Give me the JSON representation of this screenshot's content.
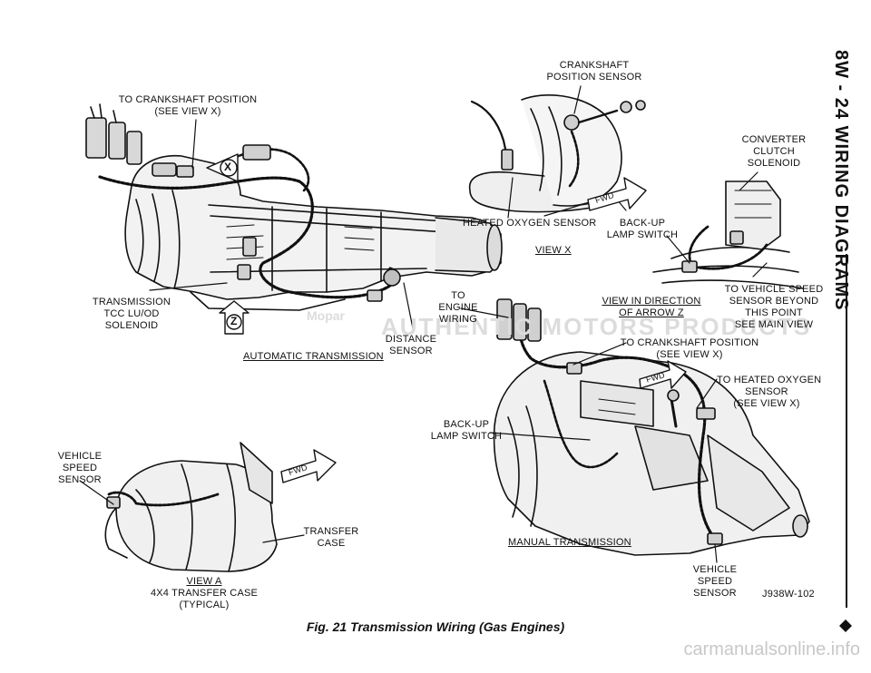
{
  "header": {
    "text": "8W - 24  WIRING DIAGRAMS"
  },
  "labels": {
    "crankshaft_position_view_x": [
      "TO CRANKSHAFT POSITION",
      "(SEE VIEW X)"
    ],
    "crankshaft_position_sensor": [
      "CRANKSHAFT",
      "POSITION SENSOR"
    ],
    "converter_clutch_solenoid": [
      "CONVERTER",
      "CLUTCH",
      "SOLENOID"
    ],
    "heated_oxygen_sensor": "HEATED OXYGEN SENSOR",
    "backup_lamp_switch_top": [
      "BACK-UP",
      "LAMP SWITCH"
    ],
    "view_x": "VIEW X",
    "transmission_tcc": [
      "TRANSMISSION",
      "TCC LU/OD",
      "SOLENOID"
    ],
    "to_engine_wiring": [
      "TO",
      "ENGINE",
      "WIRING"
    ],
    "view_in_direction": [
      "VIEW IN DIRECTION",
      "OF ARROW Z"
    ],
    "to_vehicle_speed": [
      "TO VEHICLE SPEED",
      "SENSOR BEYOND",
      "THIS POINT",
      "SEE MAIN VIEW"
    ],
    "distance_sensor": [
      "DISTANCE",
      "SENSOR"
    ],
    "automatic_transmission": "AUTOMATIC TRANSMISSION",
    "to_crankshaft_position_2": [
      "TO CRANKSHAFT POSITION",
      "(SEE VIEW X)"
    ],
    "to_heated_oxygen_sensor": [
      "TO HEATED OXYGEN",
      "SENSOR",
      "(SEE VIEW X)"
    ],
    "backup_lamp_switch_bottom": [
      "BACK-UP",
      "LAMP SWITCH"
    ],
    "vehicle_speed_sensor_left": [
      "VEHICLE",
      "SPEED",
      "SENSOR"
    ],
    "transfer_case": [
      "TRANSFER",
      "CASE"
    ],
    "manual_transmission": "MANUAL TRANSMISSION",
    "view_a": [
      "VIEW A",
      "4X4 TRANSFER CASE",
      "(TYPICAL)"
    ],
    "vehicle_speed_sensor_bottom": [
      "VEHICLE",
      "SPEED",
      "SENSOR"
    ],
    "figure_code": "J938W-102"
  },
  "badges": {
    "x": "X",
    "z": "Z",
    "fwd": "FWD"
  },
  "caption": "Fig. 21 Transmission Wiring (Gas Engines)",
  "watermark": {
    "brand": "Mopar",
    "text": "AUTHENTIC MOTORS PRODUCTS"
  },
  "footer": "carmanualsonline.info"
}
